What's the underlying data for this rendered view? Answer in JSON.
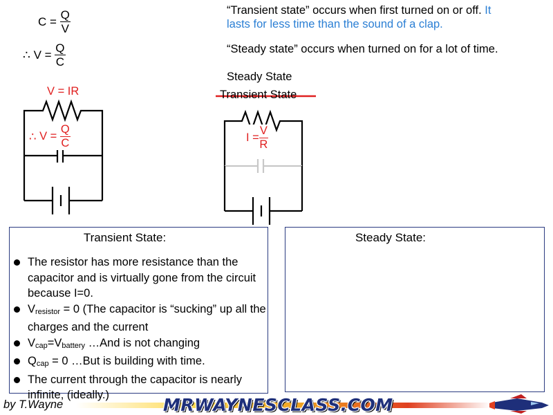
{
  "formulas": {
    "c_lhs": "C =",
    "c_num": "Q",
    "c_den": "V",
    "therefore": "∴",
    "v_lhs": "V =",
    "v_num": "Q",
    "v_den": "C"
  },
  "notes": {
    "transient_a": "“Transient state” occurs when first turned on or off.",
    "transient_b": "It",
    "transient_c": "lasts for less time than the sound of a clap.",
    "steady": "“Steady state” occurs when turned on for a lot of time."
  },
  "circuit_left": {
    "vir": "V = IR",
    "therefore": "∴",
    "v_lhs": "V =",
    "v_num": "Q",
    "v_den": "C"
  },
  "circuit_right": {
    "steady_label": "Steady State",
    "transient_label": "Transient State",
    "i_lhs": "I =",
    "i_num": "V",
    "i_den": "R"
  },
  "transient_box": {
    "title": "Transient State:",
    "items": [
      "The resistor has more resistance than the capacitor and is virtually gone from the circuit because I=0.",
      {
        "pre": "V",
        "sub": "resistor",
        "post": " = 0 (The capacitor is “sucking” up all the charges and the current"
      },
      {
        "pre": "V",
        "sub": "cap",
        "mid": "=V",
        "sub2": "battery",
        "post": " …And is not changing"
      },
      {
        "pre": "Q",
        "sub": "cap",
        "post": " = 0 …But is building with time."
      },
      "The current through the capacitor is nearly infinite, (ideally.)"
    ]
  },
  "steady_box": {
    "title": "Steady State:"
  },
  "footer": {
    "author": "by T.Wayne",
    "brand": "MRWAYNESCLASS.COM"
  },
  "colors": {
    "red": "#e02020",
    "blue": "#2b7fd4",
    "box_border": "#2a3a80",
    "brand": "#1e2f7a"
  }
}
